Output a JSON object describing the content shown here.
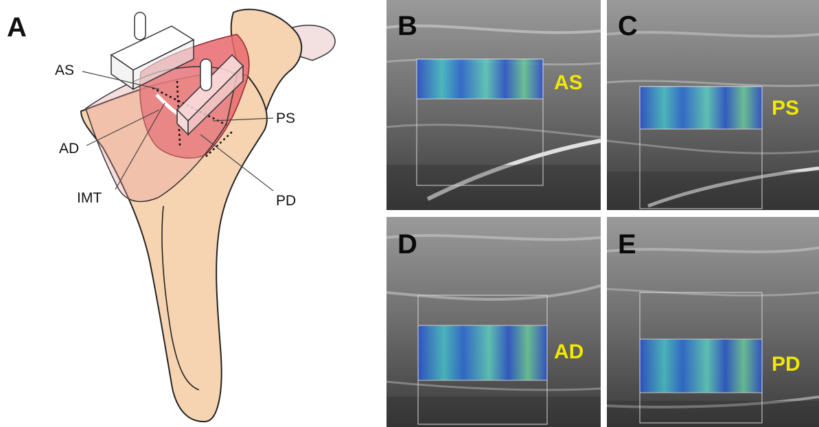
{
  "panel_a": {
    "letter": "A",
    "labels": {
      "as": "AS",
      "ad": "AD",
      "imt": "IMT",
      "ps": "PS",
      "pd": "PD"
    }
  },
  "panels": [
    {
      "letter": "B",
      "roi_label": "AS"
    },
    {
      "letter": "C",
      "roi_label": "PS"
    },
    {
      "letter": "D",
      "roi_label": "AD"
    },
    {
      "letter": "E",
      "roi_label": "PD"
    }
  ],
  "colors": {
    "bone": "#f6d3b1",
    "muscle": "#e8696e",
    "roi_label": "#f2e800",
    "elastography_low": "#2a3fc7",
    "elastography_high": "#3fd0c4"
  }
}
